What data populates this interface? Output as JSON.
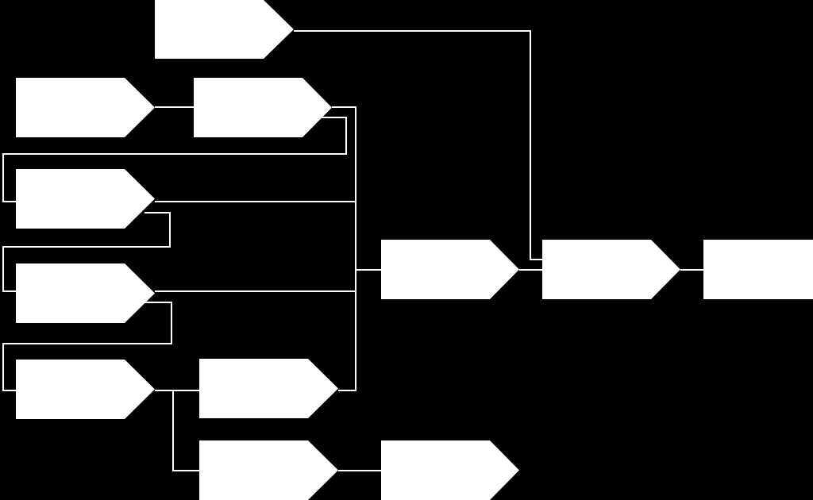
{
  "diagram": {
    "background_color": "#000000",
    "node_color": "#ffffff",
    "connector_color": "#ffffff",
    "nodes": [
      {
        "id": "n1",
        "label": ""
      },
      {
        "id": "n2",
        "label": ""
      },
      {
        "id": "n3",
        "label": ""
      },
      {
        "id": "n4",
        "label": ""
      },
      {
        "id": "n5",
        "label": ""
      },
      {
        "id": "n6",
        "label": ""
      },
      {
        "id": "n7",
        "label": ""
      },
      {
        "id": "n8",
        "label": ""
      },
      {
        "id": "n9",
        "label": ""
      },
      {
        "id": "n10",
        "label": ""
      },
      {
        "id": "n11",
        "label": ""
      },
      {
        "id": "n12",
        "label": ""
      }
    ],
    "edges": [
      {
        "from": "n2",
        "to": "n3"
      },
      {
        "from": "n3",
        "to": "n9"
      },
      {
        "from": "n3",
        "to": "n4"
      },
      {
        "from": "n4",
        "to": "n9"
      },
      {
        "from": "n4",
        "to": "n5"
      },
      {
        "from": "n5",
        "to": "n9"
      },
      {
        "from": "n5",
        "to": "n6"
      },
      {
        "from": "n6",
        "to": "n7"
      },
      {
        "from": "n6",
        "to": "n8"
      },
      {
        "from": "n7",
        "to": "n9"
      },
      {
        "from": "n8",
        "to": "n12"
      },
      {
        "from": "n9",
        "to": "n10"
      },
      {
        "from": "n1",
        "to": "n10"
      },
      {
        "from": "n10",
        "to": "n11"
      }
    ]
  }
}
